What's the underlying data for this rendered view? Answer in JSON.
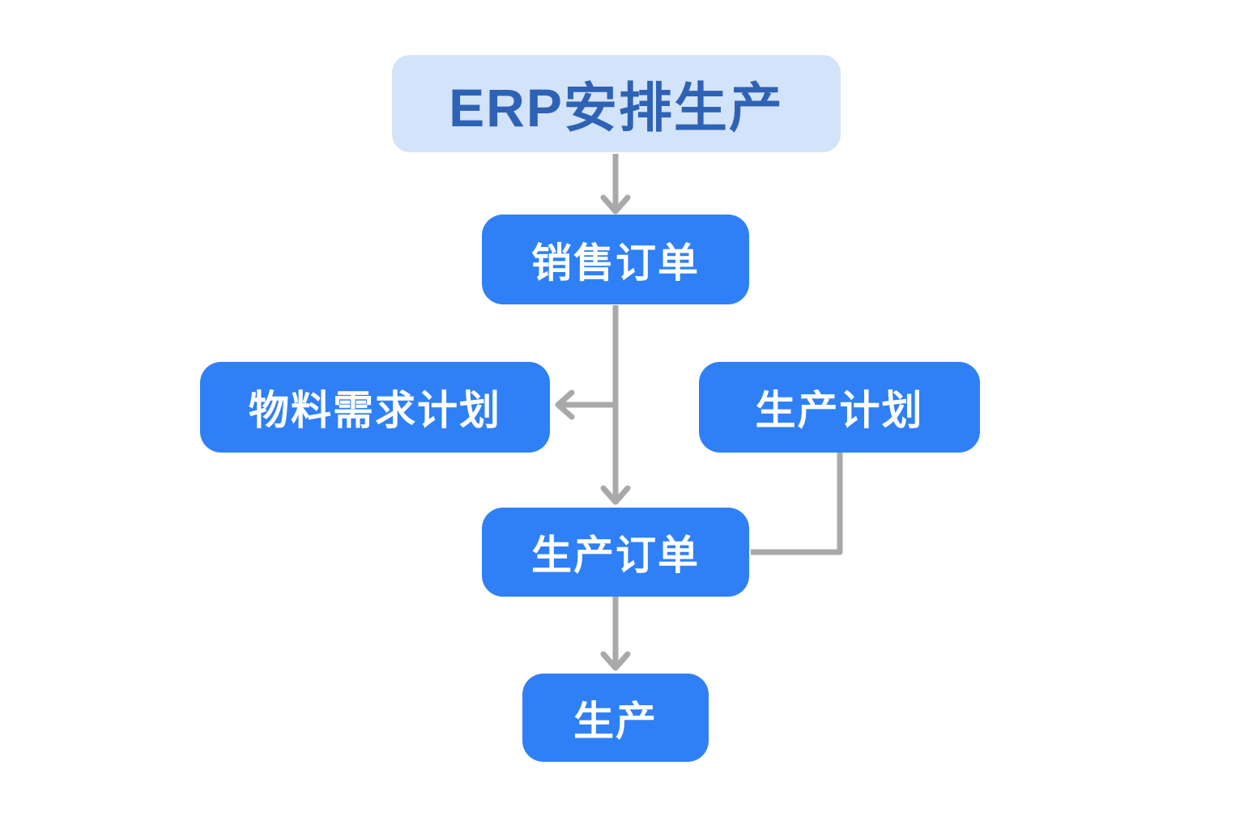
{
  "diagram": {
    "nodes": [
      {
        "id": "erp",
        "label": "ERP安排生产",
        "style": "root-highlight"
      },
      {
        "id": "sales-order",
        "label": "销售订单",
        "style": "blue"
      },
      {
        "id": "mrp",
        "label": "物料需求计划",
        "style": "blue"
      },
      {
        "id": "production-plan",
        "label": "生产计划",
        "style": "blue"
      },
      {
        "id": "production-order",
        "label": "生产订单",
        "style": "blue"
      },
      {
        "id": "production",
        "label": "生产",
        "style": "blue"
      }
    ],
    "edges": [
      {
        "from": "erp",
        "to": "sales-order",
        "arrow": true
      },
      {
        "from": "sales-order",
        "to": "production-order",
        "arrow": true
      },
      {
        "from": "sales-order",
        "to": "mrp",
        "arrow": true,
        "note": "branch left off main vertical line"
      },
      {
        "from": "production-plan",
        "to": "production-order",
        "arrow": false,
        "note": "elbow into right side"
      },
      {
        "from": "production-order",
        "to": "production",
        "arrow": true
      }
    ],
    "colors": {
      "root_fill": "#d3e3f9",
      "root_text": "#2e62b5",
      "node_fill": "#2f80f6",
      "node_text": "#ffffff",
      "connector": "#a9a9a9",
      "background": "#ffffff"
    }
  }
}
